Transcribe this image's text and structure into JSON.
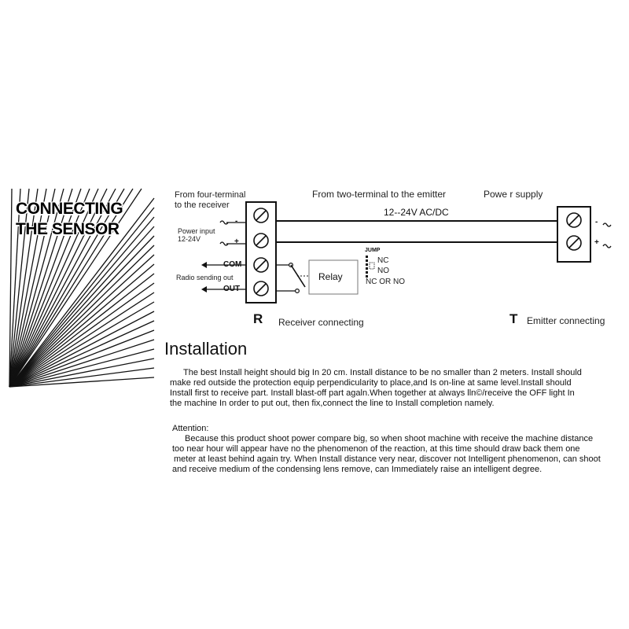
{
  "sensor_title": {
    "line1": "CONNECTING",
    "line2": "THE SENSOR"
  },
  "diagram": {
    "from_four_terminal": {
      "line1": "From four-terminal",
      "line2": "to the receiver"
    },
    "from_two_terminal": "From two-terminal to the emitter",
    "power_supply": "Powe r supply",
    "voltage": "12--24V AC/DC",
    "power_input": {
      "line1": "Power input",
      "line2": "12-24V"
    },
    "terminal_minus": "-",
    "terminal_plus": "+",
    "com_label": "COM",
    "out_label": "OUT",
    "radio_sending_out": "Radio sending out",
    "relay_label": "Relay",
    "jump_label": "JUMP",
    "nc_label": "NC",
    "no_label": "NO",
    "nc_or_no": "NC OR NO",
    "receiver_letter": "R",
    "receiver_caption": "Receiver connecting",
    "emitter_letter": "T",
    "emitter_caption": "Emitter connecting",
    "emitter_minus": "-",
    "emitter_plus": "+"
  },
  "installation": {
    "heading": "Installation",
    "paragraph": [
      "The best Install height should big In 20 cm. Install distance to be no smaller than 2 meters. Install should",
      "make red outside the protection equip perpendicularity to place,and Is on-line at same level.Install should",
      "Install first to receive part. Install blast-off part agaln.When together at always lln©/receive the OFF light In",
      "the machine In order to put out, then fix,connect the line to Install completion namely."
    ]
  },
  "attention": {
    "label": "Attention:",
    "paragraph": [
      "Because this product shoot power compare big, so when shoot machine with receive the machine distance",
      "too near hour will appear have no the phenomenon of the reaction, at this time should draw back them one",
      "meter at least behind again try. When Install distance very near, discover not Intelligent phenomenon, can shoot",
      "and receive medium of the condensing lens remove, can Immediately raise an intelligent degree."
    ]
  }
}
